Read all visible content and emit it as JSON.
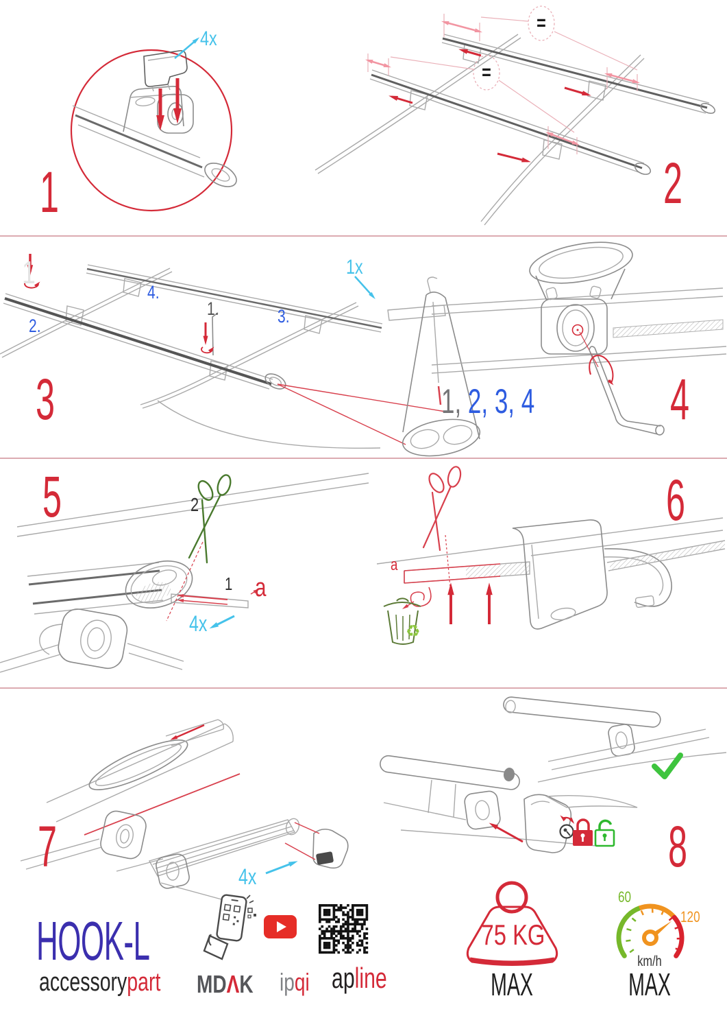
{
  "steps": {
    "s1": {
      "number": "1",
      "qty": "4x"
    },
    "s2": {
      "number": "2",
      "equals": "="
    },
    "s3": {
      "number": "3",
      "ghost_digit": "1",
      "label_1": "1.",
      "label_2": "2.",
      "label_3": "3.",
      "label_4": "4.",
      "qty": "1x"
    },
    "s4": {
      "number": "4",
      "seq_done": "1,",
      "seq_todo": "2, 3, 4"
    },
    "s5": {
      "number": "5",
      "scissors_step": "2",
      "strip_step": "1",
      "dim": "a",
      "qty": "4x"
    },
    "s6": {
      "number": "6",
      "dim": "a"
    },
    "s7": {
      "number": "7",
      "qty": "4x"
    },
    "s8": {
      "number": "8"
    }
  },
  "footer": {
    "product": "HOOK-L",
    "brand_left": "accessory",
    "brand_right": "part",
    "logo1_left": "MD",
    "logo1_mid": "Λ",
    "logo1_right": "K",
    "logo2_left": "ip",
    "logo2_right": "qi",
    "logo3_left": "ap",
    "logo3_right": "line",
    "weight": {
      "value": "75 KG",
      "max": "MAX"
    },
    "speed": {
      "low": "60",
      "high": "120",
      "unit": "km/h",
      "max": "MAX"
    }
  },
  "colors": {
    "accent": "#d42a38",
    "cyan": "#45c2ea",
    "blue": "#2e5ce0",
    "indigo": "#3b2fae",
    "green": "#3ec43e",
    "youtube": "#e62d27"
  }
}
